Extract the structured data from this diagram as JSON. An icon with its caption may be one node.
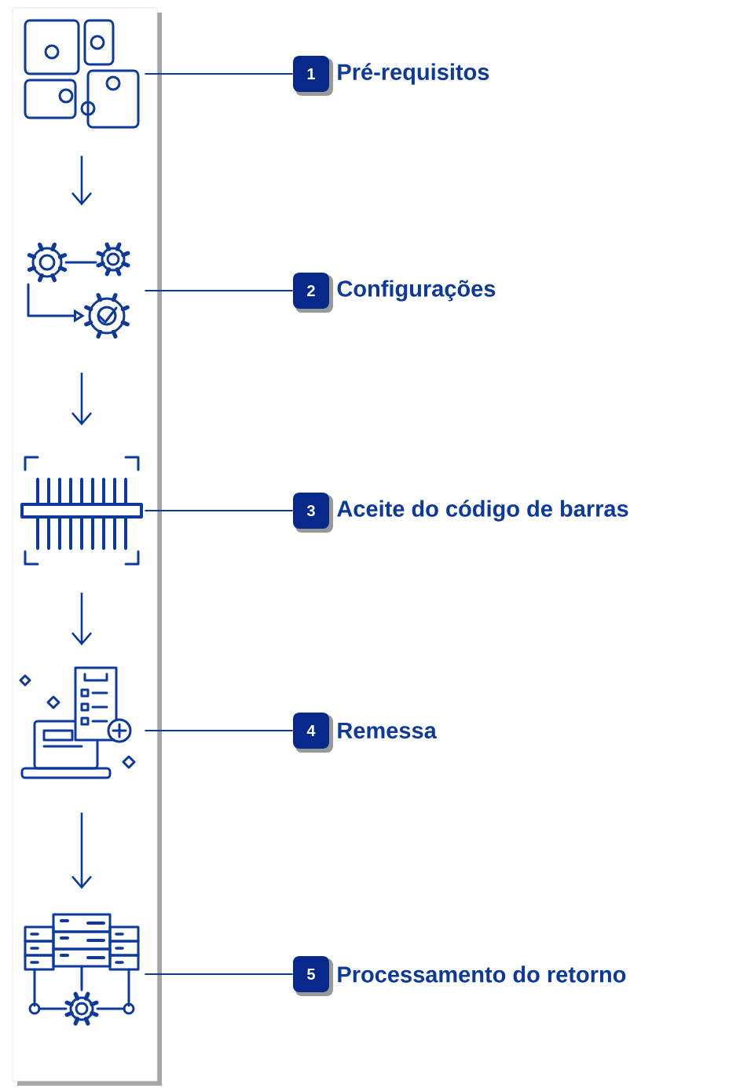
{
  "diagram": {
    "nodes": [
      {
        "text": [],
        "shape": "picture"
      },
      {
        "text": [
          "1"
        ],
        "beside": [
          "Pré-requisitos"
        ]
      },
      {
        "text": [],
        "shape": "picture"
      },
      {
        "text": [
          "2"
        ],
        "beside": [
          "Configurações"
        ]
      },
      {
        "text": [],
        "shape": "picture"
      },
      {
        "text": [
          "3"
        ],
        "beside": [
          "Aceite do código de barras"
        ]
      },
      {
        "text": [],
        "shape": "picture"
      },
      {
        "text": [
          "4"
        ],
        "beside": [
          "Remessa"
        ]
      },
      {
        "text": [],
        "shape": "picture"
      },
      {
        "text": [
          "5"
        ],
        "beside": [
          "Processamento do retorno"
        ]
      }
    ],
    "edges": [
      {
        "from": 0,
        "to": 1,
        "arrow": "none"
      },
      {
        "from": 0,
        "to": 2,
        "arrow": "to"
      },
      {
        "from": 2,
        "to": 3,
        "arrow": "none"
      },
      {
        "from": 2,
        "to": 4,
        "arrow": "to"
      },
      {
        "from": 4,
        "to": 5,
        "arrow": "none"
      },
      {
        "from": 4,
        "to": 6,
        "arrow": "to"
      },
      {
        "from": 6,
        "to": 7,
        "arrow": "none"
      },
      {
        "from": 6,
        "to": 8,
        "arrow": "to"
      },
      {
        "from": 8,
        "to": 9,
        "arrow": "none"
      }
    ]
  }
}
